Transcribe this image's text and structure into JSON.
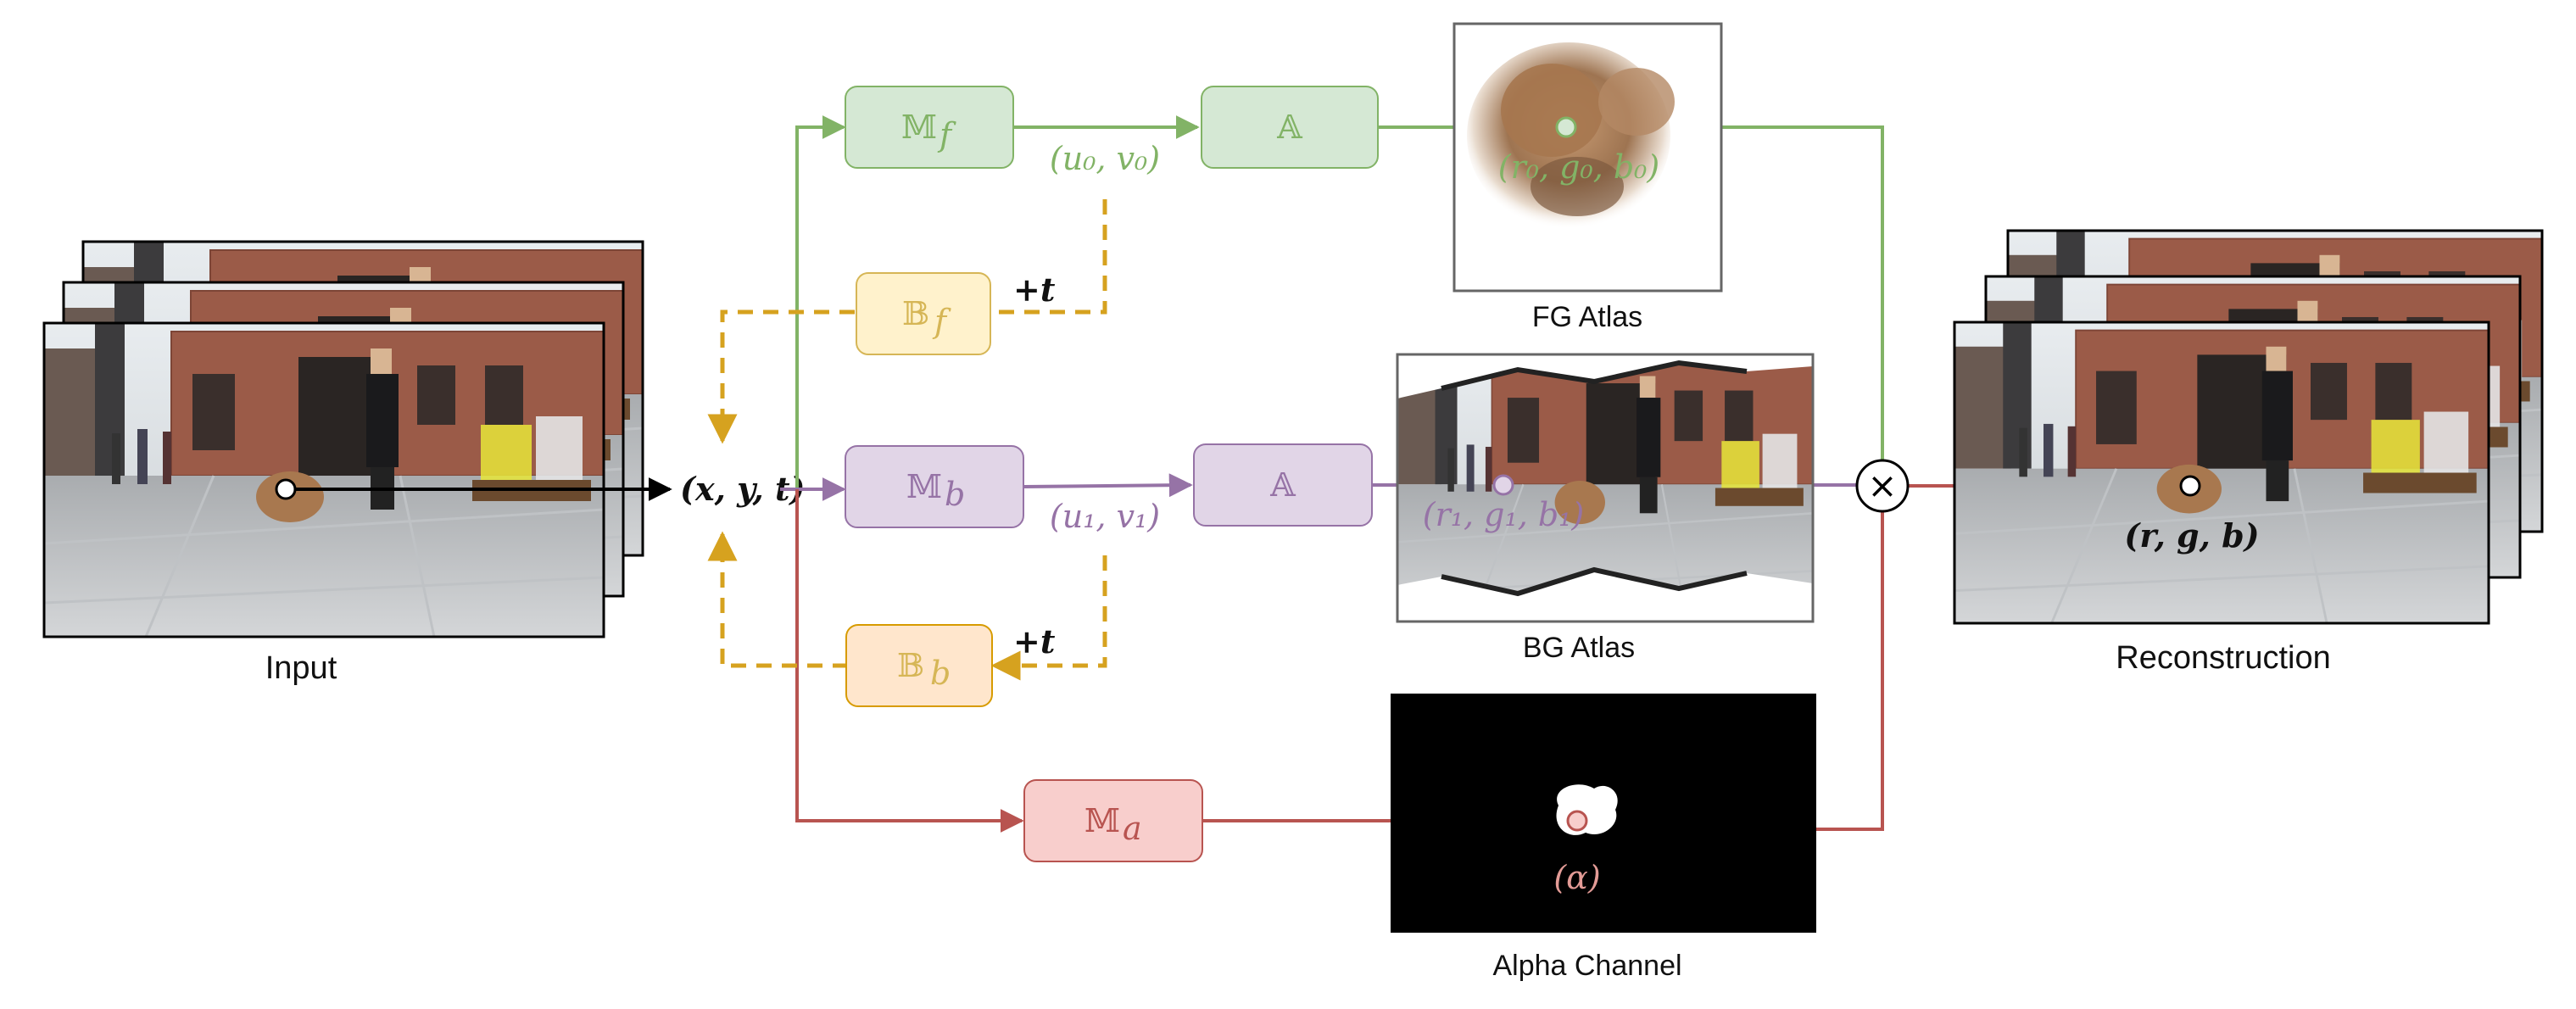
{
  "captions": {
    "input": "Input",
    "fg_atlas": "FG Atlas",
    "bg_atlas": "BG Atlas",
    "alpha_channel": "Alpha Channel",
    "reconstruction": "Reconstruction"
  },
  "coords": {
    "xyt": "(x, y, t)",
    "fg_uv": "(u₀, v₀)",
    "bg_uv": "(u₁, v₁)",
    "fg_rgb": "(r₀, g₀, b₀)",
    "bg_rgb": "(r₁, g₁, b₁)",
    "alpha": "(α)",
    "out_rgb": "(r, g, b)",
    "plus_t_fg": "+t",
    "plus_t_bg": "+t"
  },
  "boxes": {
    "mf": {
      "letter": "𝕄",
      "sub": "f"
    },
    "atlas_fg": {
      "letter": "𝔸",
      "sub": ""
    },
    "bf": {
      "letter": "𝔹",
      "sub": "f"
    },
    "mb": {
      "letter": "𝕄",
      "sub": "b"
    },
    "atlas_bg": {
      "letter": "𝔸",
      "sub": ""
    },
    "bb": {
      "letter": "𝔹",
      "sub": "b"
    },
    "ma": {
      "letter": "𝕄",
      "sub": "a"
    }
  },
  "multiply_symbol": "×",
  "colors": {
    "green": "#82b366",
    "green_fill": "#d5e8d4",
    "purple": "#9673a6",
    "purple_fill": "#e1d5e7",
    "yellow": "#d6b656",
    "yellow_fill": "#fff2cc",
    "orange_stroke": "#d79b00",
    "orange_fill": "#ffe6cc",
    "red": "#b85450",
    "red_fill": "#f8cecc",
    "dashed": "#d6a21f"
  }
}
